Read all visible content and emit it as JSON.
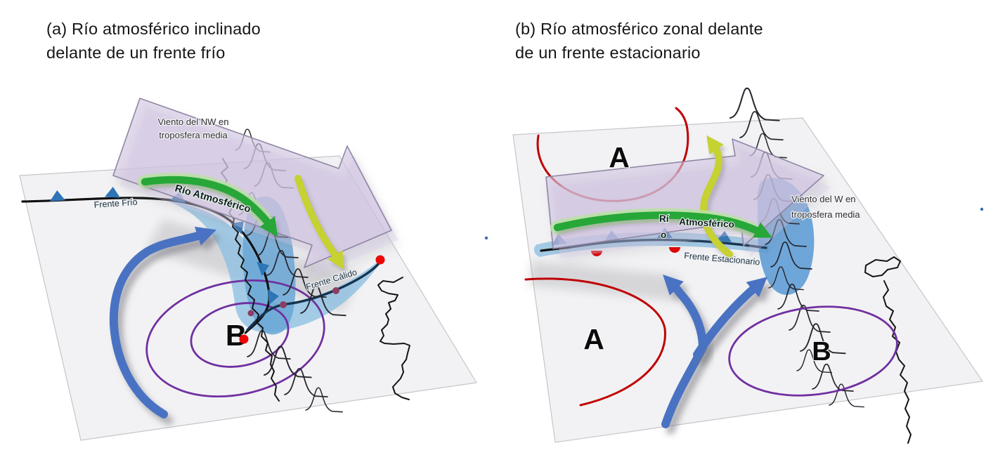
{
  "panel_a": {
    "title_line1": "(a) Río atmosférico inclinado",
    "title_line2": "delante de un frente frío",
    "wind_label_line1": "Viento del NW en",
    "wind_label_line2": "troposfera media",
    "river_label": "Río Atmosférico",
    "cold_front_label": "Frente Frío",
    "warm_front_label": "Frente Cálido",
    "low_label": "B"
  },
  "panel_b": {
    "title_line1": "(b) Río atmosférico zonal delante",
    "title_line2": "de un frente estacionario",
    "wind_label_line1": "Viento del W en",
    "wind_label_line2": "troposfera media",
    "river_label_part1": "Rí",
    "river_label_part2": "Atmosférico",
    "river_label_wrap": "o",
    "front_label": "Frente Estacionario",
    "high_label_top": "A",
    "high_label_bottom": "A",
    "low_label": "B"
  },
  "colors": {
    "purple_arrow": "#d3c7e3",
    "green_arrow": "#27a737",
    "yellow_arrow": "#c6d132",
    "blue_arrow": "#4a73c2",
    "ar_band": "#8fc0e2",
    "ar_core": "#5b9bd5",
    "cold_front_line": "#101010",
    "stationary_front_line": "#15334f",
    "front_triangle": "#2e75b6",
    "front_semicircle": "#e00000",
    "low_ellipse": "#7030a0",
    "high_arc": "#c00000",
    "plane_fill": "#f2f2f4"
  }
}
